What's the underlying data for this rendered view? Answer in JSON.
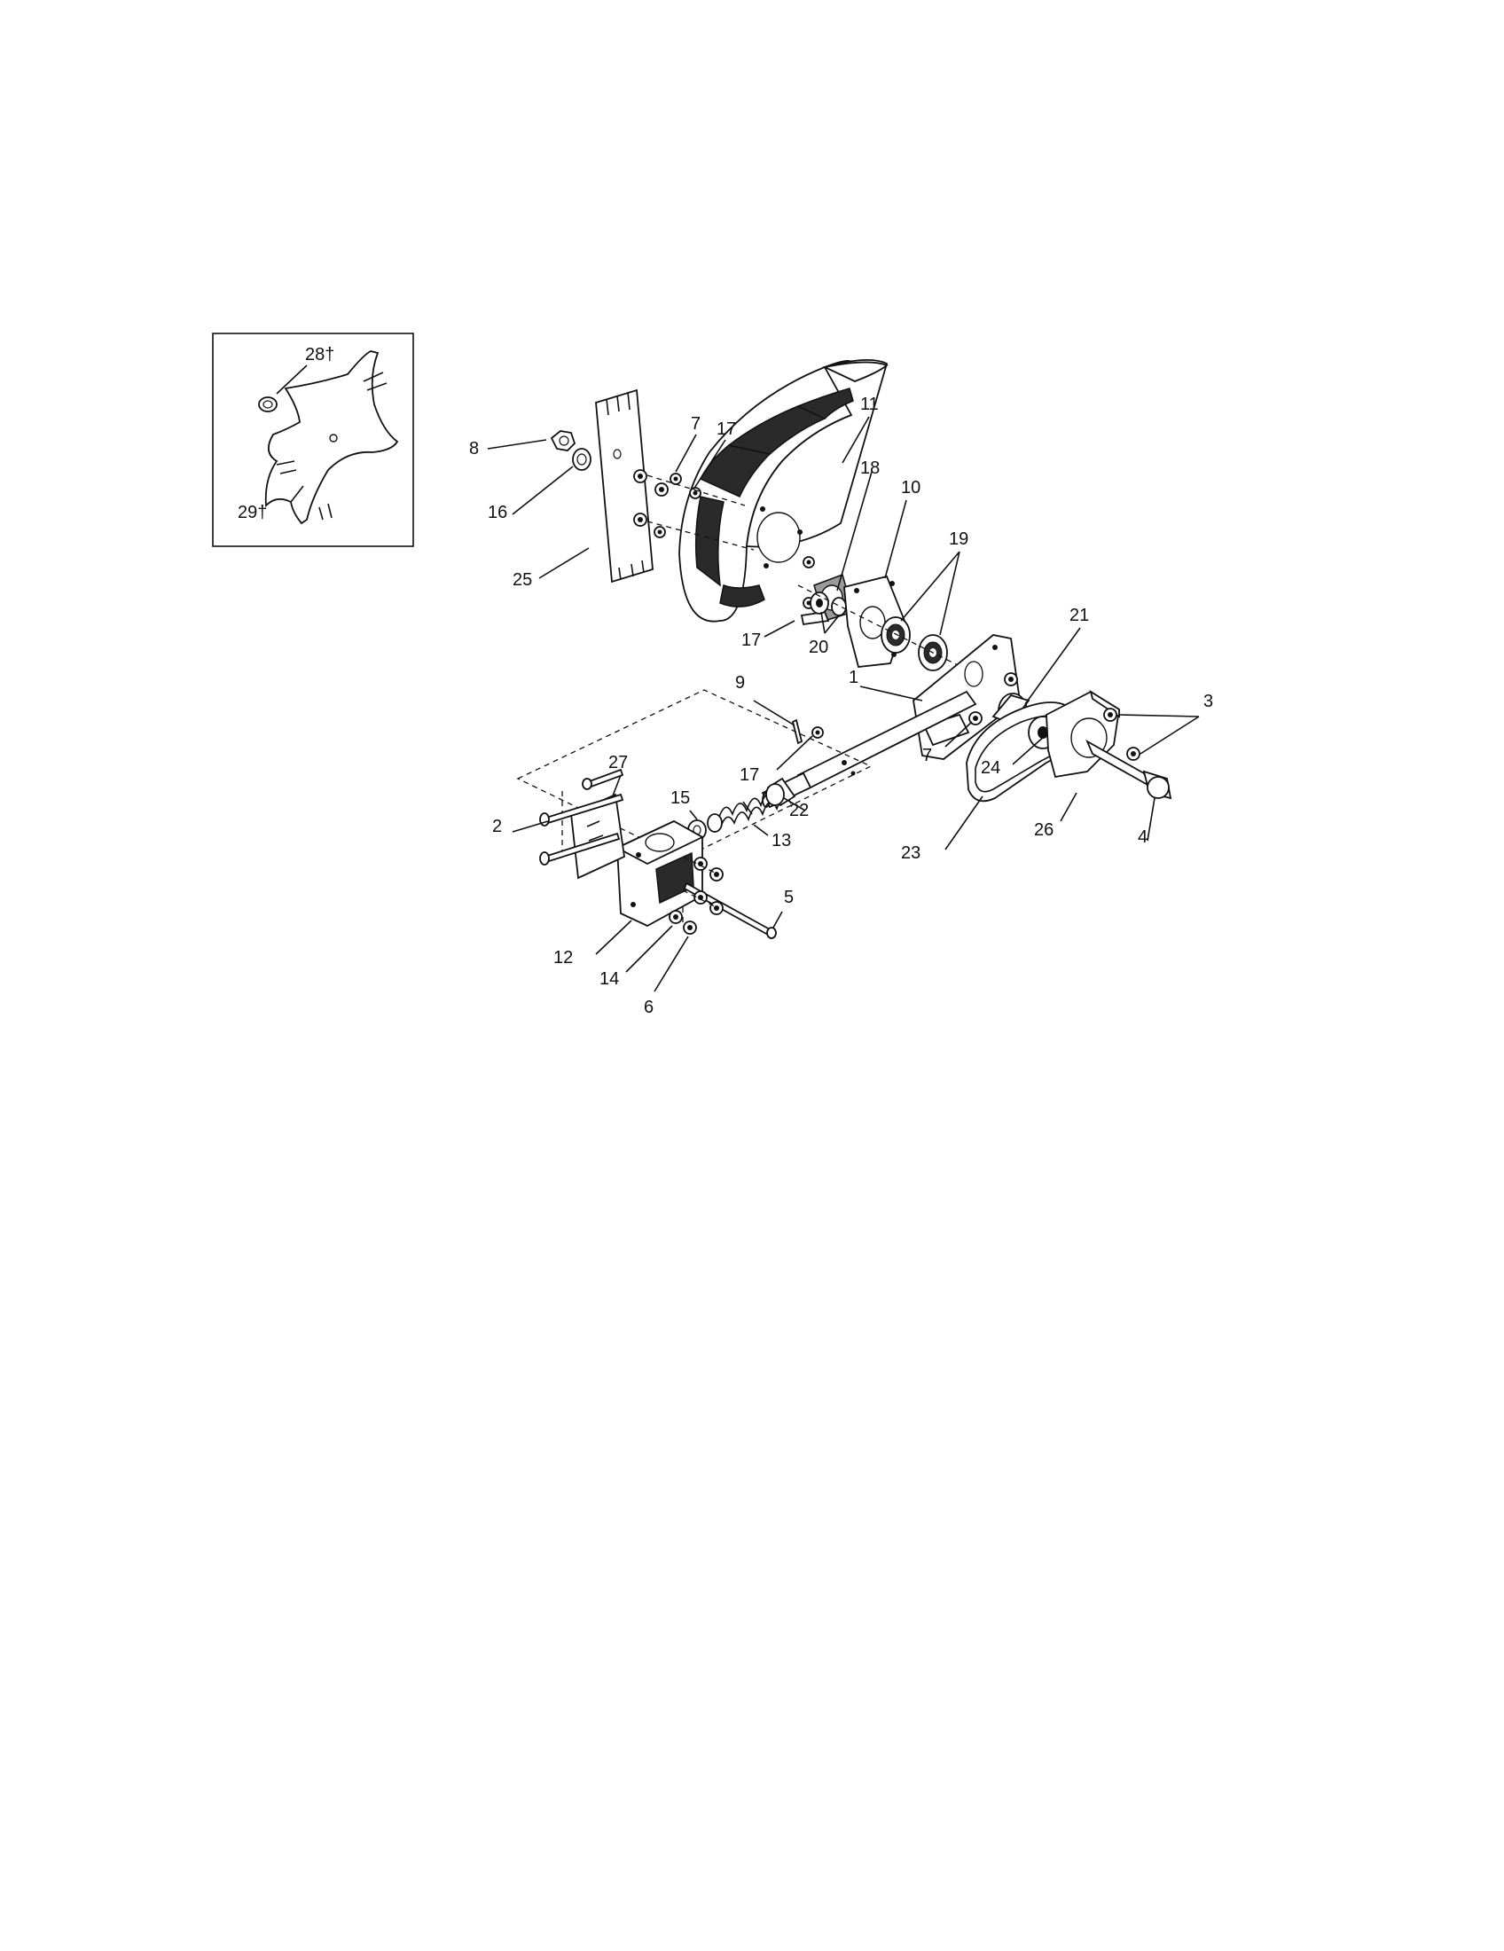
{
  "callouts": [
    {
      "id": "c1",
      "label": "1"
    },
    {
      "id": "c2",
      "label": "2"
    },
    {
      "id": "c3",
      "label": "3"
    },
    {
      "id": "c4",
      "label": "4"
    },
    {
      "id": "c5",
      "label": "5"
    },
    {
      "id": "c6",
      "label": "6"
    },
    {
      "id": "c7a",
      "label": "7"
    },
    {
      "id": "c7b",
      "label": "7"
    },
    {
      "id": "c8",
      "label": "8"
    },
    {
      "id": "c9",
      "label": "9"
    },
    {
      "id": "c10",
      "label": "10"
    },
    {
      "id": "c11",
      "label": "11"
    },
    {
      "id": "c12",
      "label": "12"
    },
    {
      "id": "c13",
      "label": "13"
    },
    {
      "id": "c14",
      "label": "14"
    },
    {
      "id": "c15",
      "label": "15"
    },
    {
      "id": "c16",
      "label": "16"
    },
    {
      "id": "c17a",
      "label": "17"
    },
    {
      "id": "c17b",
      "label": "17"
    },
    {
      "id": "c17c",
      "label": "17"
    },
    {
      "id": "c18",
      "label": "18"
    },
    {
      "id": "c19",
      "label": "19"
    },
    {
      "id": "c20",
      "label": "20"
    },
    {
      "id": "c21",
      "label": "21"
    },
    {
      "id": "c22",
      "label": "22"
    },
    {
      "id": "c23",
      "label": "23"
    },
    {
      "id": "c24",
      "label": "24"
    },
    {
      "id": "c25",
      "label": "25"
    },
    {
      "id": "c26",
      "label": "26"
    },
    {
      "id": "c27",
      "label": "27"
    },
    {
      "id": "c28",
      "label": "28†"
    },
    {
      "id": "c29",
      "label": "29†"
    }
  ]
}
